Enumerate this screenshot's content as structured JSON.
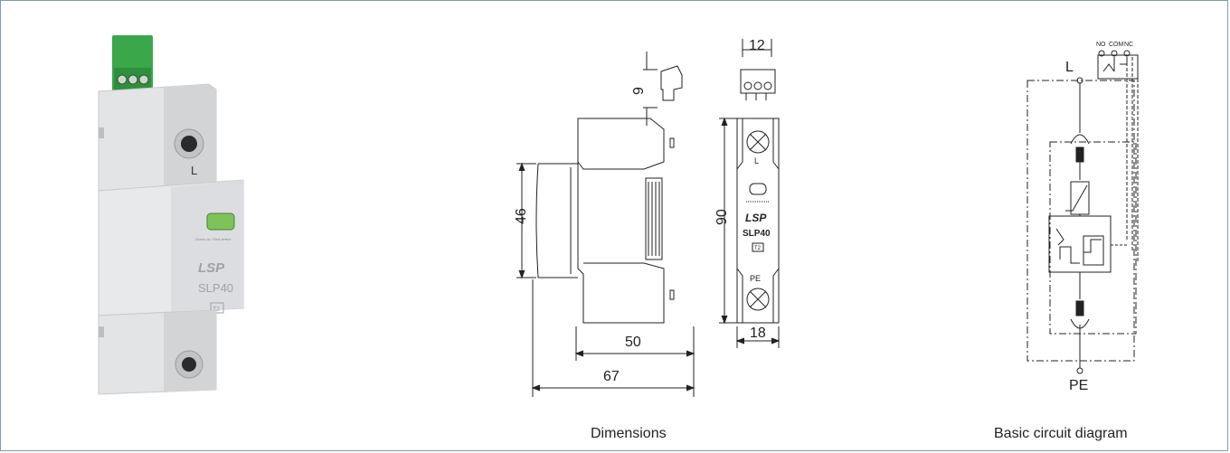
{
  "product": {
    "brand": "LSP",
    "model": "SLP40",
    "line_label": "L",
    "class_badge": "T2",
    "indicator_text": "Green ok / Red defect",
    "colors": {
      "housing": "#dedfe1",
      "terminal_block": "#3aa84a",
      "window": "#7cc35a"
    }
  },
  "dimensions": {
    "caption": "Dimensions",
    "dim_9": "9",
    "dim_12": "12",
    "dim_46": "46",
    "dim_90": "90",
    "dim_50": "50",
    "dim_67": "67",
    "dim_18": "18",
    "front_labels": {
      "top": "L",
      "bottom": "PE",
      "brand": "LSP",
      "model": "SLP40",
      "badge": "T2"
    }
  },
  "circuit": {
    "caption": "Basic circuit diagram",
    "top_node": "L",
    "bottom_node": "PE",
    "contacts": [
      "NO",
      "COM",
      "NC"
    ]
  }
}
